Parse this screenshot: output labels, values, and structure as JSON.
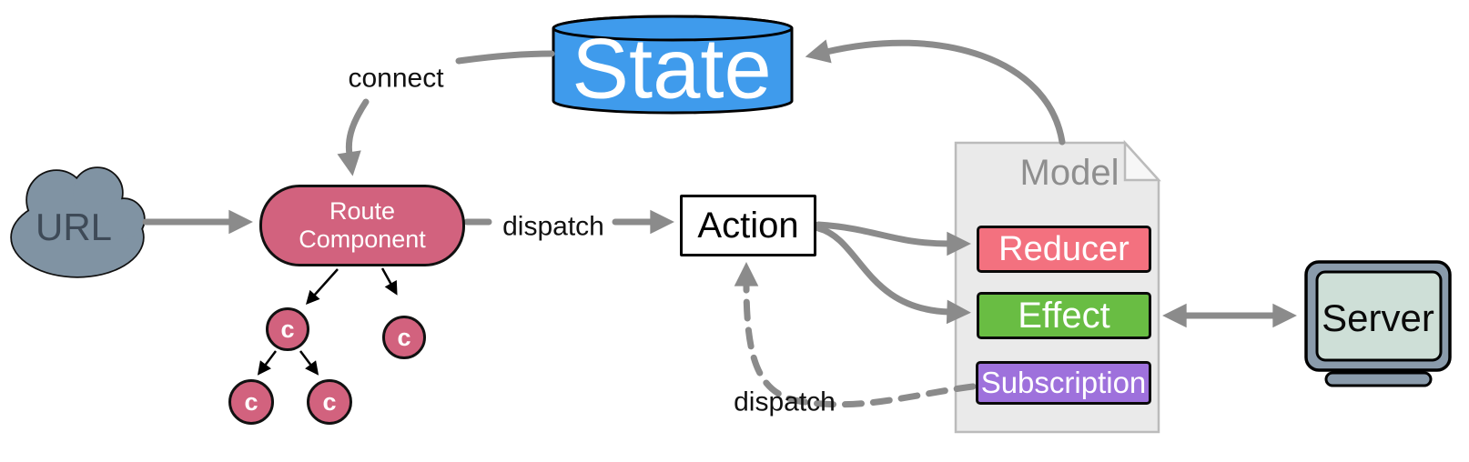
{
  "nodes": {
    "url": {
      "label": "URL"
    },
    "state": {
      "label": "State"
    },
    "route_component": {
      "lines": [
        "Route",
        "Component"
      ]
    },
    "component_tree": {
      "node_label": "c"
    },
    "action": {
      "label": "Action"
    },
    "model": {
      "label": "Model"
    },
    "reducer": {
      "label": "Reducer"
    },
    "effect": {
      "label": "Effect"
    },
    "subscription": {
      "label": "Subscription"
    },
    "server": {
      "label": "Server"
    }
  },
  "edge_labels": {
    "connect": "connect",
    "dispatch_route_to_action": "dispatch",
    "dispatch_subscription_to_action": "dispatch"
  },
  "colors": {
    "state_fill": "#3F9BEC",
    "url_cloud_fill": "#8093A3",
    "route_component_fill": "#D2627E",
    "tree_node_fill": "#D2627E",
    "reducer_fill": "#F3717F",
    "effect_fill": "#69BD43",
    "subscription_fill": "#9E71DC",
    "model_doc_fill": "#EAEAEA",
    "server_frame_fill": "#8A9BAB",
    "server_screen_fill": "#CEDFD7",
    "arrow_gray": "#8B8B8B",
    "tree_arrow_black": "#000000"
  }
}
